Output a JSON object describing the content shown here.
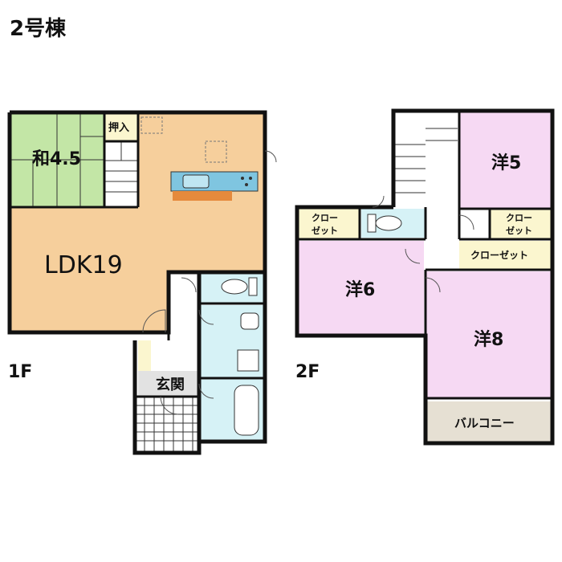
{
  "title": "2号棟",
  "floors": {
    "first": {
      "label": "1F",
      "rooms": {
        "washitsu": "和4.5",
        "oshiire": "押入",
        "ldk": "LDK19",
        "genkan": "玄関"
      }
    },
    "second": {
      "label": "2F",
      "rooms": {
        "yo5": "洋5",
        "yo6": "洋6",
        "yo8": "洋8",
        "closet1": "クロー",
        "closet1b": "ゼット",
        "closet2": "クロー",
        "closet2b": "ゼット",
        "closet3": "クローゼット",
        "balcony": "バルコニー"
      }
    }
  },
  "colors": {
    "ldk": "#f6cf9c",
    "washitsu": "#c3e6a6",
    "wet": "#d6f2f6",
    "yo5": "#f6d9f3",
    "yo6": "#f6d9f3",
    "yo8": "#f6d9f3",
    "closet": "#fbf6cf",
    "balcony": "#e6e0d3",
    "genkan": "#e2e2e2",
    "kitchen_counter": "#7fc5e0",
    "kitchen_base": "#e58a3c"
  }
}
